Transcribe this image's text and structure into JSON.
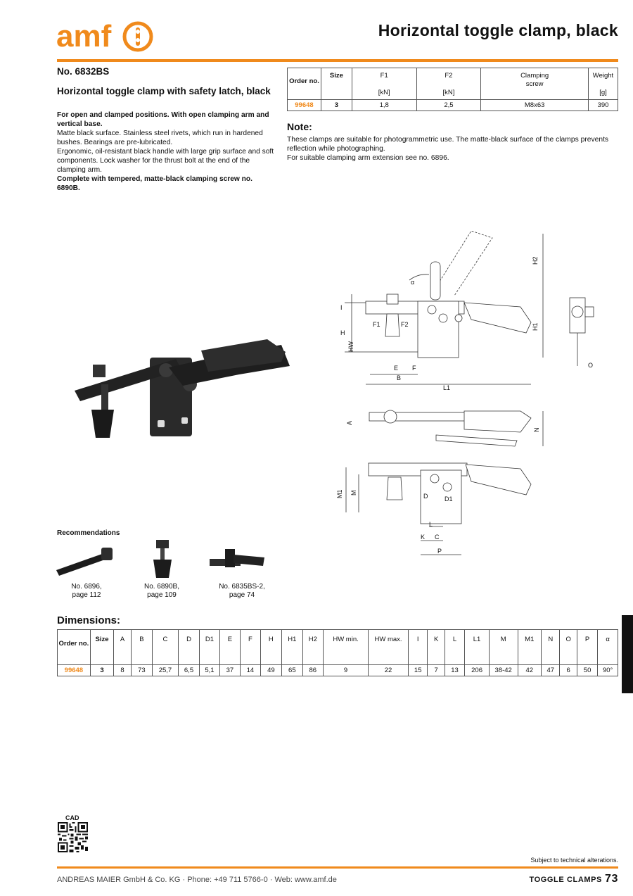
{
  "brand": {
    "logo_text": "amf"
  },
  "header": {
    "title": "Horizontal toggle clamp, black"
  },
  "product": {
    "number": "No. 6832BS",
    "subtitle": "Horizontal toggle clamp with safety latch, black",
    "desc_bold1": "For open and clamped positions. With open clamping arm and vertical base.",
    "desc_p1": "Matte black surface. Stainless steel rivets, which run in hardened bushes. Bearings are pre-lubricated.",
    "desc_p2": "Ergonomic, oil-resistant black handle with large grip surface and soft components. Lock washer for the thrust bolt at the end of the clamping arm.",
    "desc_bold2": "Complete with tempered, matte-black clamping screw no. 6890B."
  },
  "order_table": {
    "headers": [
      "Order no.",
      "Size",
      "F1",
      "F2",
      "Clamping screw",
      "Weight"
    ],
    "units": [
      "",
      "",
      "[kN]",
      "[kN]",
      "",
      "[g]"
    ],
    "row": [
      "99648",
      "3",
      "1,8",
      "2,5",
      "M8x63",
      "390"
    ]
  },
  "note": {
    "heading": "Note:",
    "line1": "These clamps are suitable for photogrammetric use. The matte-black surface of the clamps prevents reflection while photographing.",
    "line2": "For suitable clamping arm extension see no. 6896."
  },
  "recommendations": {
    "heading": "Recommendations",
    "items": [
      {
        "line1": "No. 6896,",
        "line2": "page 112"
      },
      {
        "line1": "No. 6890B,",
        "line2": "page 109"
      },
      {
        "line1": "No. 6835BS-2,",
        "line2": "page 74"
      }
    ]
  },
  "drawing_labels": {
    "alpha": "α",
    "H2": "H2",
    "H1": "H1",
    "I": "I",
    "H": "H",
    "HW": "HW",
    "F1": "F1",
    "F2": "F2",
    "E": "E",
    "F": "F",
    "B": "B",
    "L1": "L1",
    "O": "O",
    "A": "A",
    "N": "N",
    "M1": "M1",
    "M": "M",
    "D": "D",
    "D1": "D1",
    "L": "L",
    "K": "K",
    "C": "C",
    "P": "P"
  },
  "dimensions": {
    "heading": "Dimensions:",
    "headers": [
      "Order no.",
      "Size",
      "A",
      "B",
      "C",
      "D",
      "D1",
      "E",
      "F",
      "H",
      "H1",
      "H2",
      "HW min.",
      "HW max.",
      "I",
      "K",
      "L",
      "L1",
      "M",
      "M1",
      "N",
      "O",
      "P",
      "α"
    ],
    "row": [
      "99648",
      "3",
      "8",
      "73",
      "25,7",
      "6,5",
      "5,1",
      "37",
      "14",
      "49",
      "65",
      "86",
      "9",
      "22",
      "15",
      "7",
      "13",
      "206",
      "38-42",
      "42",
      "47",
      "6",
      "50",
      "90°"
    ]
  },
  "cad": {
    "label": "CAD"
  },
  "footer": {
    "subject": "Subject to technical alterations.",
    "company": "ANDREAS MAIER GmbH & Co. KG  ·  Phone: +49 711 5766-0  ·  Web: www.amf.de",
    "section": "TOGGLE CLAMPS",
    "page": "73"
  },
  "colors": {
    "accent": "#f08a1c",
    "text": "#111111"
  }
}
